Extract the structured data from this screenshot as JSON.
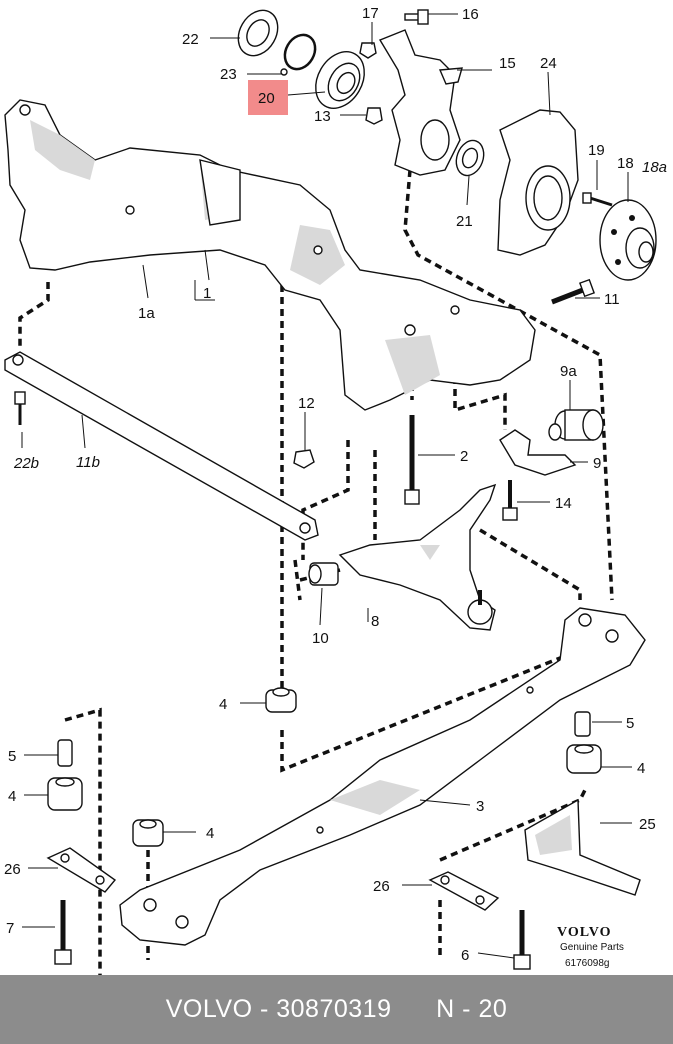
{
  "callouts": {
    "c22": "22",
    "c17": "17",
    "c16": "16",
    "c23": "23",
    "c20": "20",
    "c15": "15",
    "c24": "24",
    "c13": "13",
    "c19": "19",
    "c18": "18",
    "c18a": "18a",
    "c21": "21",
    "c11": "11",
    "c1a": "1a",
    "c1": "1",
    "c12": "12",
    "c9a": "9a",
    "c22b": "22b",
    "c11b": "11b",
    "c2": "2",
    "c9": "9",
    "c14": "14",
    "c10": "10",
    "c8": "8",
    "c4a": "4",
    "c5a": "5",
    "c5b": "5",
    "c4b": "4",
    "c4c": "4",
    "c4d": "4",
    "c3": "3",
    "c25": "25",
    "c26a": "26",
    "c26b": "26",
    "c7": "7",
    "c6": "6"
  },
  "brand": {
    "name": "VOLVO",
    "subtitle": "Genuine Parts",
    "code": "6176098g"
  },
  "highlight": {
    "color": "#f28b8b",
    "part_number": "20"
  },
  "footer": {
    "brand": "VOLVO",
    "sep": " - ",
    "part_no": "30870319",
    "gap": "      ",
    "ref": "N - 20"
  }
}
